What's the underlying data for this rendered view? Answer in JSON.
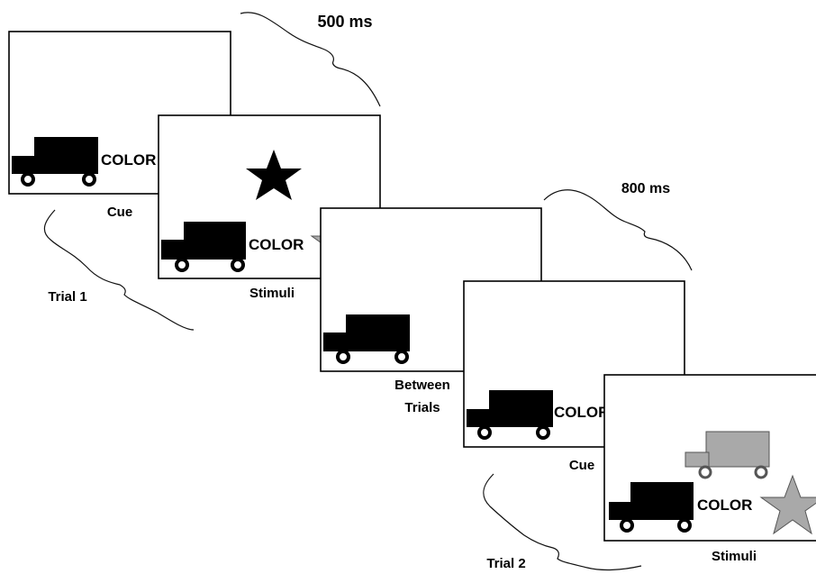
{
  "timing": {
    "first_interval": "500 ms",
    "second_interval": "800 ms"
  },
  "trials": {
    "trial1": "Trial 1",
    "trial2": "Trial 2"
  },
  "frames": [
    {
      "caption_line1": "Cue",
      "caption_line2": "",
      "cue_word": "COLOR",
      "top_star": "none",
      "top_truck": "none"
    },
    {
      "caption_line1": "Stimuli",
      "caption_line2": "",
      "cue_word": "COLOR",
      "top_star": "black",
      "top_truck": "none"
    },
    {
      "caption_line1": "Between",
      "caption_line2": "Trials",
      "cue_word": "",
      "top_star": "none",
      "top_truck": "none"
    },
    {
      "caption_line1": "Cue",
      "caption_line2": "",
      "cue_word": "COLOR",
      "top_star": "none",
      "top_truck": "none"
    },
    {
      "caption_line1": "Stimuli",
      "caption_line2": "",
      "cue_word": "COLOR",
      "top_star": "none",
      "top_truck": "gray"
    }
  ],
  "colors": {
    "black_shape": "#000000",
    "gray_shape": "#a9a9a9",
    "gray_outline": "#555555"
  }
}
